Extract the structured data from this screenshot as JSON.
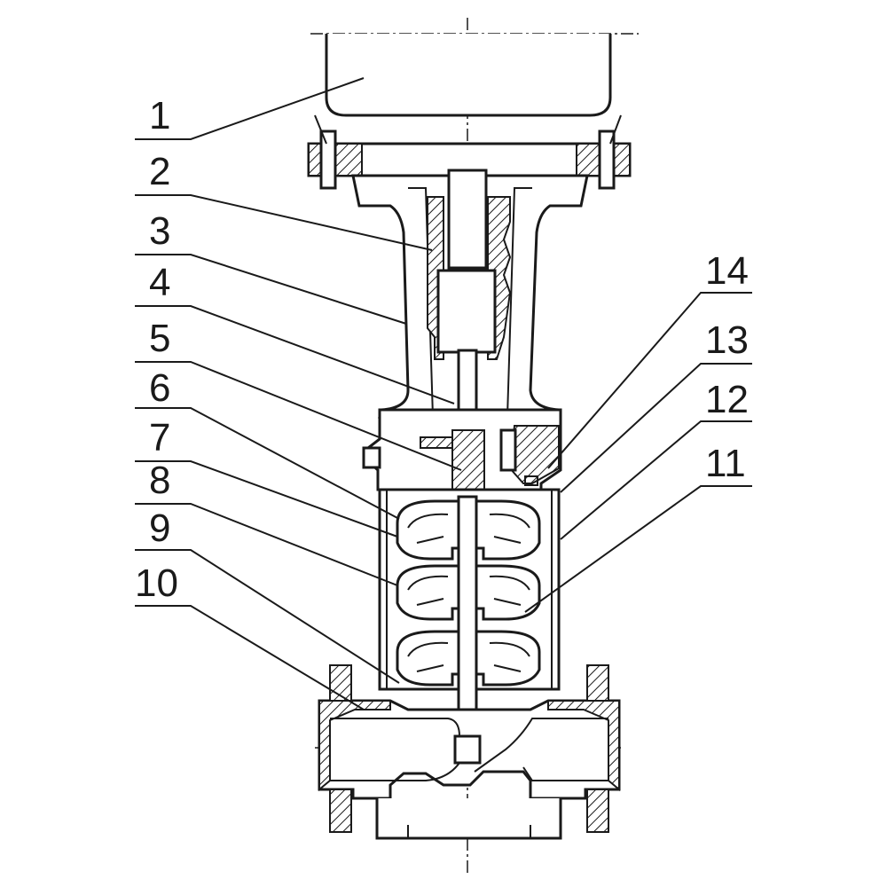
{
  "labels_left": [
    "1",
    "2",
    "3",
    "4",
    "5",
    "6",
    "7",
    "8",
    "9",
    "10"
  ],
  "labels_right": [
    "14",
    "13",
    "12",
    "11"
  ]
}
